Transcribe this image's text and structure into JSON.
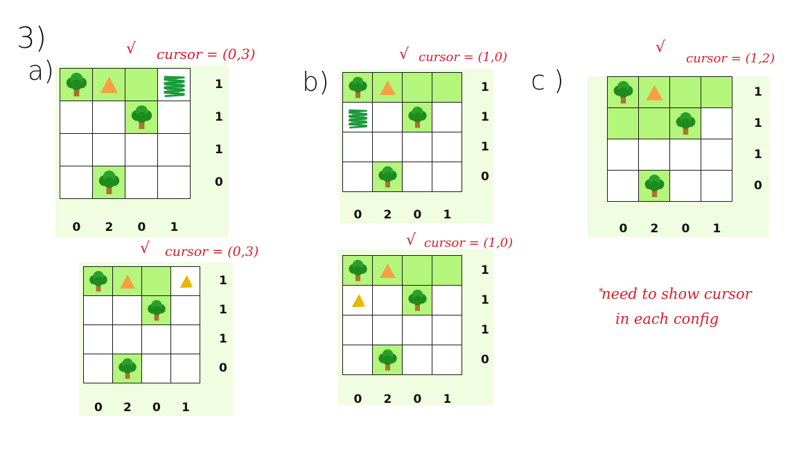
{
  "problem_number": "3)",
  "part_labels": {
    "a": "a)",
    "b": "b)",
    "c": "c )"
  },
  "check_mark": "√",
  "note": {
    "line1": "need to show cursor",
    "line2": "in each config"
  },
  "colors": {
    "ink_red": "#d41f2b",
    "grass": "#b4f57c",
    "panel": "#f0fde0",
    "scribble_green": "#1a9a3a",
    "scribble_yellow": "#f2c400"
  },
  "grids": [
    {
      "id": "a-top",
      "cursor_label": "cursor = (0,3)",
      "row_counts": [
        "1",
        "1",
        "1",
        "0"
      ],
      "col_counts": [
        "0",
        "2",
        "0",
        "1"
      ],
      "cells": [
        [
          "tree",
          "tent",
          "grass",
          "green-scribble"
        ],
        [
          "empty",
          "empty",
          "tree",
          "empty"
        ],
        [
          "empty",
          "empty",
          "empty",
          "empty"
        ],
        [
          "empty",
          "tree",
          "empty",
          "empty"
        ]
      ]
    },
    {
      "id": "a-bottom",
      "cursor_label": "cursor = (0,3)",
      "row_counts": [
        "1",
        "1",
        "1",
        "0"
      ],
      "col_counts": [
        "0",
        "2",
        "0",
        "1"
      ],
      "cells": [
        [
          "tree",
          "tent",
          "grass",
          "yellow-tent"
        ],
        [
          "empty",
          "empty",
          "tree",
          "empty"
        ],
        [
          "empty",
          "empty",
          "empty",
          "empty"
        ],
        [
          "empty",
          "tree",
          "empty",
          "empty"
        ]
      ]
    },
    {
      "id": "b-top",
      "cursor_label": "cursor = (1,0)",
      "row_counts": [
        "1",
        "1",
        "1",
        "0"
      ],
      "col_counts": [
        "0",
        "2",
        "0",
        "1"
      ],
      "cells": [
        [
          "tree",
          "tent",
          "grass",
          "grass"
        ],
        [
          "green-scribble",
          "empty",
          "tree",
          "empty"
        ],
        [
          "empty",
          "empty",
          "empty",
          "empty"
        ],
        [
          "empty",
          "tree",
          "empty",
          "empty"
        ]
      ]
    },
    {
      "id": "b-bottom",
      "cursor_label": "cursor = (1,0)",
      "row_counts": [
        "1",
        "1",
        "1",
        "0"
      ],
      "col_counts": [
        "0",
        "2",
        "0",
        "1"
      ],
      "cells": [
        [
          "tree",
          "tent",
          "grass",
          "grass"
        ],
        [
          "yellow-tent",
          "empty",
          "tree",
          "empty"
        ],
        [
          "empty",
          "empty",
          "empty",
          "empty"
        ],
        [
          "empty",
          "tree",
          "empty",
          "empty"
        ]
      ]
    },
    {
      "id": "c",
      "cursor_label": "cursor = (1,2)",
      "row_counts": [
        "1",
        "1",
        "1",
        "0"
      ],
      "col_counts": [
        "0",
        "2",
        "0",
        "1"
      ],
      "cells": [
        [
          "tree",
          "tent",
          "grass",
          "grass"
        ],
        [
          "grass",
          "grass",
          "tree",
          "empty"
        ],
        [
          "empty",
          "empty",
          "empty",
          "empty"
        ],
        [
          "empty",
          "tree",
          "empty",
          "empty"
        ]
      ]
    }
  ]
}
